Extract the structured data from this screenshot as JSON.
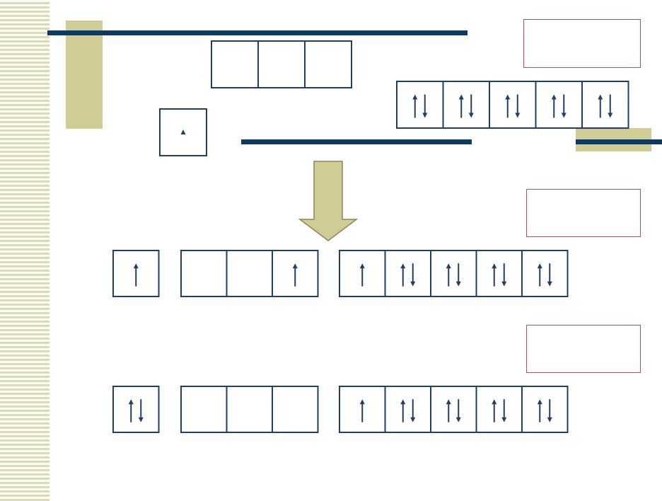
{
  "colors": {
    "navy": "#0b3a66",
    "cell_stroke": "#1f3f66",
    "tan": "#cfcc95",
    "red_box": "#c0504d",
    "stripe": "#dcdcb0"
  },
  "rows": [
    {
      "id": "top-left-boxes",
      "groups": [
        {
          "name": "single-box",
          "cells": [
            "small-up"
          ]
        },
        {
          "name": "triple-box",
          "cells": [
            "empty",
            "empty",
            "empty"
          ]
        }
      ]
    },
    {
      "id": "top-right-boxes",
      "groups": [
        {
          "name": "quint-box",
          "cells": [
            "pair",
            "pair",
            "pair",
            "pair",
            "pair"
          ]
        }
      ]
    },
    {
      "id": "middle-row",
      "groups": [
        {
          "name": "s-box",
          "cells": [
            "up"
          ]
        },
        {
          "name": "p-box",
          "cells": [
            "empty",
            "empty",
            "up"
          ]
        },
        {
          "name": "d-box",
          "cells": [
            "up",
            "pair",
            "pair",
            "pair",
            "pair"
          ]
        }
      ]
    },
    {
      "id": "bottom-row",
      "groups": [
        {
          "name": "s-box",
          "cells": [
            "pair"
          ]
        },
        {
          "name": "p-box",
          "cells": [
            "empty",
            "empty",
            "empty"
          ]
        },
        {
          "name": "d-box",
          "cells": [
            "up",
            "pair",
            "pair",
            "pair",
            "pair"
          ]
        }
      ]
    }
  ]
}
